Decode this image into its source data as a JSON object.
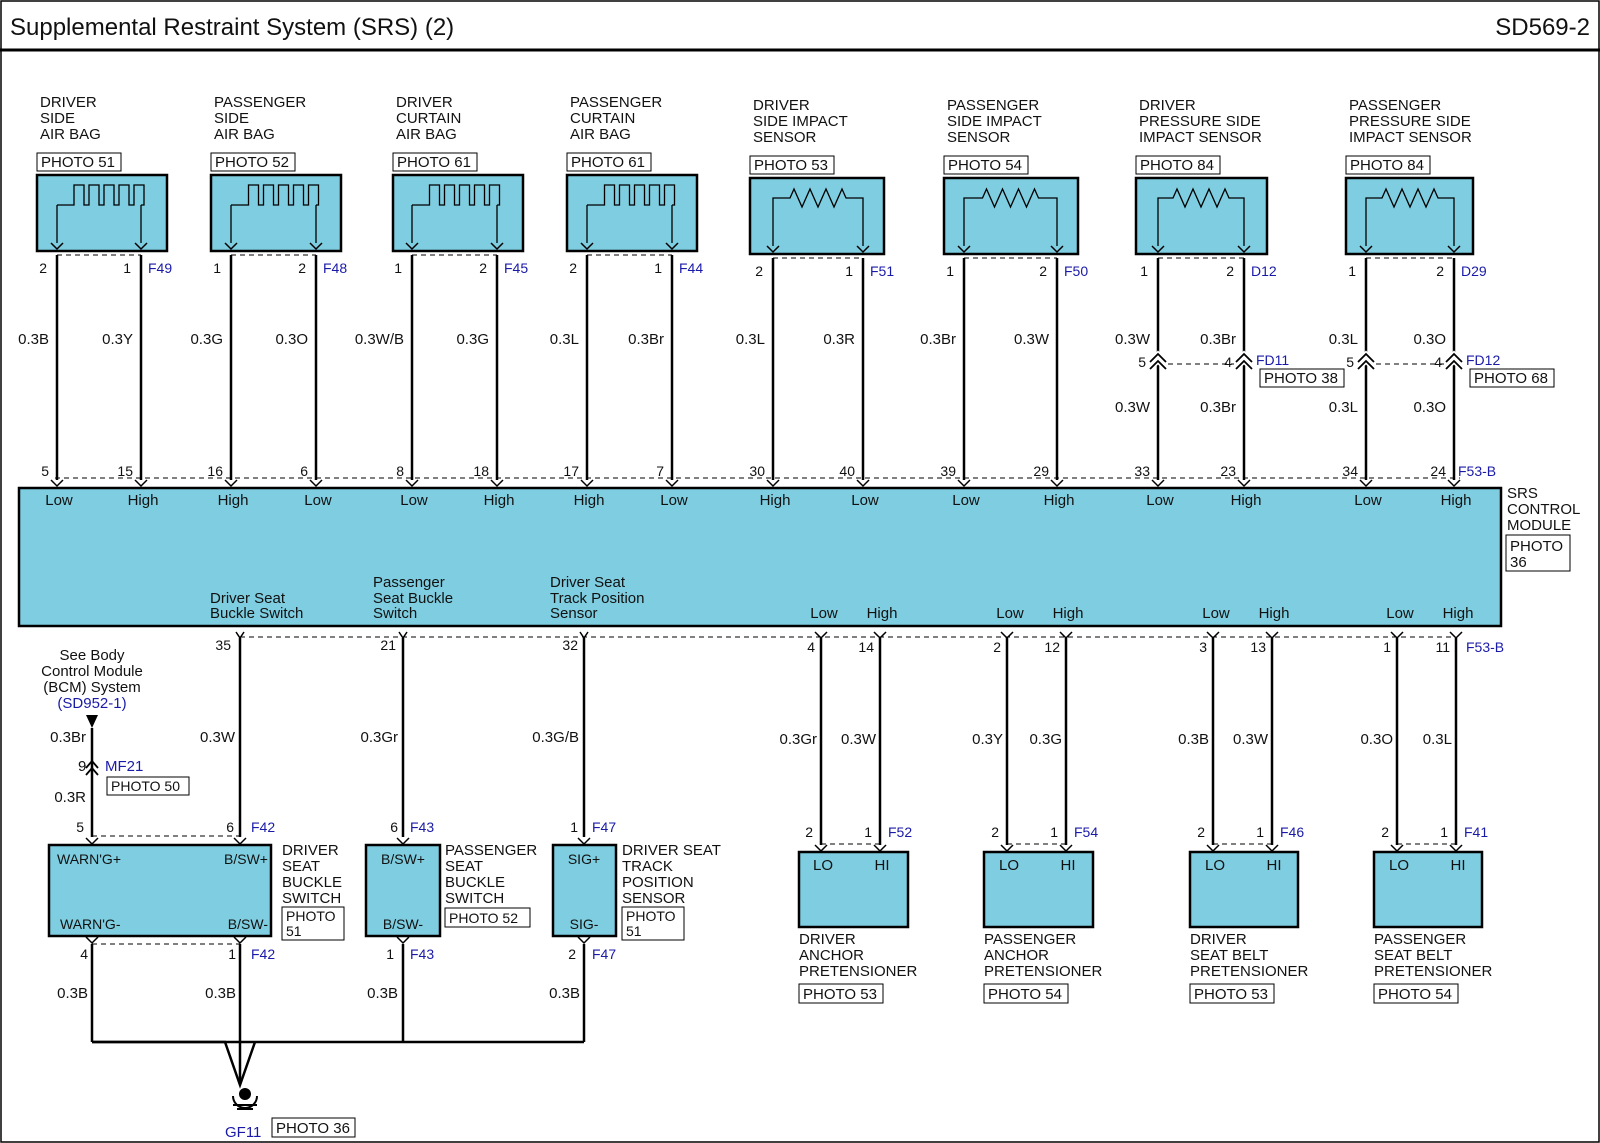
{
  "header": {
    "title": "Supplemental Restraint System (SRS) (2)",
    "code": "SD569-2"
  },
  "colors": {
    "module_fill": "#7ecde0",
    "wire": "#000000",
    "ref_blue": "#1a1aa8"
  },
  "top_components": [
    {
      "lines": [
        "DRIVER",
        "SIDE",
        "AIR BAG"
      ],
      "photo": "PHOTO 51",
      "symbol": "squib",
      "pins": [
        "2",
        "1"
      ],
      "conn": "F49",
      "wires": [
        "0.3B",
        "0.3Y"
      ],
      "module_pins": [
        "5",
        "15"
      ],
      "module_labels": [
        "Low",
        "High"
      ]
    },
    {
      "lines": [
        "PASSENGER",
        "SIDE",
        "AIR BAG"
      ],
      "photo": "PHOTO 52",
      "symbol": "squib",
      "pins": [
        "1",
        "2"
      ],
      "conn": "F48",
      "wires": [
        "0.3G",
        "0.3O"
      ],
      "module_pins": [
        "16",
        "6"
      ],
      "module_labels": [
        "High",
        "Low"
      ]
    },
    {
      "lines": [
        "DRIVER",
        "CURTAIN",
        "AIR BAG"
      ],
      "photo": "PHOTO 61",
      "symbol": "squib",
      "pins": [
        "1",
        "2"
      ],
      "conn": "F45",
      "wires": [
        "0.3W/B",
        "0.3G"
      ],
      "module_pins": [
        "8",
        "18"
      ],
      "module_labels": [
        "Low",
        "High"
      ]
    },
    {
      "lines": [
        "PASSENGER",
        "CURTAIN",
        "AIR BAG"
      ],
      "photo": "PHOTO 61",
      "symbol": "squib",
      "pins": [
        "2",
        "1"
      ],
      "conn": "F44",
      "wires": [
        "0.3L",
        "0.3Br"
      ],
      "module_pins": [
        "17",
        "7"
      ],
      "module_labels": [
        "High",
        "Low"
      ]
    },
    {
      "lines": [
        "DRIVER",
        "SIDE IMPACT",
        "SENSOR"
      ],
      "photo": "PHOTO 53",
      "symbol": "resistor",
      "pins": [
        "2",
        "1"
      ],
      "conn": "F51",
      "wires": [
        "0.3L",
        "0.3R"
      ],
      "module_pins": [
        "30",
        "40"
      ],
      "module_labels": [
        "High",
        "Low"
      ]
    },
    {
      "lines": [
        "PASSENGER",
        "SIDE IMPACT",
        "SENSOR"
      ],
      "photo": "PHOTO 54",
      "symbol": "resistor",
      "pins": [
        "1",
        "2"
      ],
      "conn": "F50",
      "wires": [
        "0.3Br",
        "0.3W"
      ],
      "module_pins": [
        "39",
        "29"
      ],
      "module_labels": [
        "Low",
        "High"
      ]
    },
    {
      "lines": [
        "DRIVER",
        "PRESSURE SIDE",
        "IMPACT SENSOR"
      ],
      "photo": "PHOTO 84",
      "symbol": "resistor",
      "pins": [
        "1",
        "2"
      ],
      "conn": "D12",
      "wires": [
        "0.3W",
        "0.3Br"
      ],
      "inline": {
        "pins": [
          "5",
          "4"
        ],
        "conn": "FD11",
        "photo": "PHOTO 38",
        "wires": [
          "0.3W",
          "0.3Br"
        ]
      },
      "module_pins": [
        "33",
        "23"
      ],
      "module_labels": [
        "Low",
        "High"
      ]
    },
    {
      "lines": [
        "PASSENGER",
        "PRESSURE SIDE",
        "IMPACT SENSOR"
      ],
      "photo": "PHOTO 84",
      "symbol": "resistor",
      "pins": [
        "1",
        "2"
      ],
      "conn": "D29",
      "wires": [
        "0.3L",
        "0.3O"
      ],
      "inline": {
        "pins": [
          "5",
          "4"
        ],
        "conn": "FD12",
        "photo": "PHOTO 68",
        "wires": [
          "0.3L",
          "0.3O"
        ]
      },
      "module_pins": [
        "34",
        "24"
      ],
      "module_labels": [
        "Low",
        "High"
      ]
    }
  ],
  "module": {
    "name_lines": [
      "SRS",
      "CONTROL",
      "MODULE"
    ],
    "photo_lines": [
      "PHOTO",
      "36"
    ],
    "top_conn": "F53-B",
    "bottom_conn": "F53-B",
    "inner_labels": [
      [
        "Driver Seat",
        "Buckle Switch"
      ],
      [
        "Passenger",
        "Seat Buckle",
        "Switch"
      ],
      [
        "Driver Seat",
        "Track Position",
        "Sensor"
      ]
    ]
  },
  "bcm_ref": {
    "lines": [
      "See Body",
      "Control Module",
      "(BCM) System"
    ],
    "link": "(SD952-1)",
    "wire1": "0.3Br",
    "pin": "9",
    "conn": "MF21",
    "photo": "PHOTO 50",
    "wire2": "0.3R"
  },
  "switches": [
    {
      "name_lines": [
        "DRIVER",
        "SEAT",
        "BUCKLE",
        "SWITCH"
      ],
      "photo_lines": [
        "PHOTO",
        "51"
      ],
      "module_pin": "35",
      "wire_top": "0.3W",
      "top_pins": [
        "5",
        "6"
      ],
      "top_conn": "F42",
      "labels_top": [
        "WARN'G+",
        "B/SW+"
      ],
      "labels_bottom": [
        "WARN'G-",
        "B/SW-"
      ],
      "bottom_pins": [
        "4",
        "1"
      ],
      "bottom_conn": "F42",
      "wires_bottom": [
        "0.3B",
        "0.3B"
      ]
    },
    {
      "name_lines": [
        "PASSENGER",
        "SEAT",
        "BUCKLE",
        "SWITCH"
      ],
      "photo_lines": [
        "PHOTO 52"
      ],
      "module_pin": "21",
      "wire_top": "0.3Gr",
      "top_pin": "6",
      "top_conn": "F43",
      "label_top": "B/SW+",
      "label_bottom": "B/SW-",
      "bottom_pin": "1",
      "bottom_conn": "F43",
      "wire_bottom": "0.3B"
    },
    {
      "name_lines": [
        "DRIVER SEAT",
        "TRACK",
        "POSITION",
        "SENSOR"
      ],
      "photo_lines": [
        "PHOTO",
        "51"
      ],
      "module_pin": "32",
      "wire_top": "0.3G/B",
      "top_pin": "1",
      "top_conn": "F47",
      "label_top": "SIG+",
      "label_bottom": "SIG-",
      "bottom_pin": "2",
      "bottom_conn": "F47",
      "wire_bottom": "0.3B"
    }
  ],
  "ground": {
    "conn": "GF11",
    "photo": "PHOTO 36"
  },
  "pretensioners": [
    {
      "name_lines": [
        "DRIVER",
        "ANCHOR",
        "PRETENSIONER"
      ],
      "photo": "PHOTO 53",
      "module_labels": [
        "Low",
        "High"
      ],
      "module_pins": [
        "4",
        "14"
      ],
      "wires": [
        "0.3Gr",
        "0.3W"
      ],
      "pins": [
        "2",
        "1"
      ],
      "conn": "F52",
      "labels": [
        "LO",
        "HI"
      ]
    },
    {
      "name_lines": [
        "PASSENGER",
        "ANCHOR",
        "PRETENSIONER"
      ],
      "photo": "PHOTO 54",
      "module_labels": [
        "Low",
        "High"
      ],
      "module_pins": [
        "2",
        "12"
      ],
      "wires": [
        "0.3Y",
        "0.3G"
      ],
      "pins": [
        "2",
        "1"
      ],
      "conn": "F54",
      "labels": [
        "LO",
        "HI"
      ]
    },
    {
      "name_lines": [
        "DRIVER",
        "SEAT BELT",
        "PRETENSIONER"
      ],
      "photo": "PHOTO 53",
      "module_labels": [
        "Low",
        "High"
      ],
      "module_pins": [
        "3",
        "13"
      ],
      "wires": [
        "0.3B",
        "0.3W"
      ],
      "pins": [
        "2",
        "1"
      ],
      "conn": "F46",
      "labels": [
        "LO",
        "HI"
      ]
    },
    {
      "name_lines": [
        "PASSENGER",
        "SEAT BELT",
        "PRETENSIONER"
      ],
      "photo": "PHOTO 54",
      "module_labels": [
        "Low",
        "High"
      ],
      "module_pins": [
        "1",
        "11"
      ],
      "wires": [
        "0.3O",
        "0.3L"
      ],
      "pins": [
        "2",
        "1"
      ],
      "conn": "F41",
      "labels": [
        "LO",
        "HI"
      ]
    }
  ]
}
